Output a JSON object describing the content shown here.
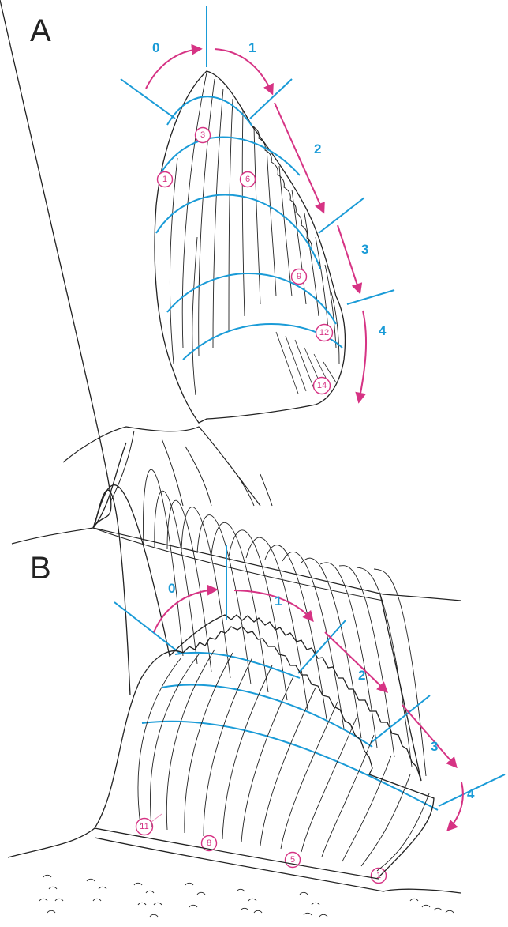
{
  "panels": {
    "a": {
      "letter": "A"
    },
    "b": {
      "letter": "B"
    }
  },
  "segments": {
    "a": [
      "0",
      "1",
      "2",
      "3",
      "4"
    ],
    "b": [
      "0",
      "1",
      "2",
      "3",
      "4"
    ]
  },
  "ray_numbers": {
    "a": [
      "1",
      "3",
      "6",
      "9",
      "12",
      "14"
    ],
    "b": [
      "11",
      "8",
      "5",
      "1"
    ]
  },
  "colors": {
    "outline": "#222222",
    "division_lines": "#1a9bd7",
    "arrows": "#d63384",
    "ray_markers": "#d63384"
  }
}
